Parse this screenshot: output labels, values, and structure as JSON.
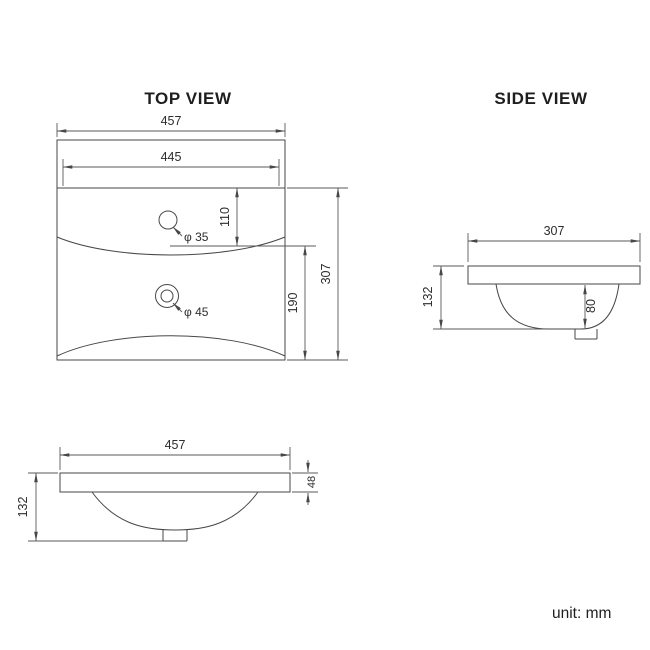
{
  "page": {
    "unit_label": "unit: mm",
    "line_color": "#474747",
    "text_color": "#2d2d2d",
    "background": "#ffffff"
  },
  "top_view": {
    "title": "TOP VIEW",
    "dim_width_outer": "457",
    "dim_width_inner": "445",
    "dim_faucet_offset": "110",
    "dim_drain_span": "190",
    "dim_depth": "307",
    "label_faucet_hole": "φ 35",
    "label_drain_hole": "φ 45"
  },
  "side_view": {
    "title": "SIDE VIEW",
    "dim_width": "307",
    "dim_height": "132",
    "dim_bowl_depth": "80"
  },
  "front_view": {
    "dim_width": "457",
    "dim_height": "132",
    "dim_rim_height": "48"
  }
}
